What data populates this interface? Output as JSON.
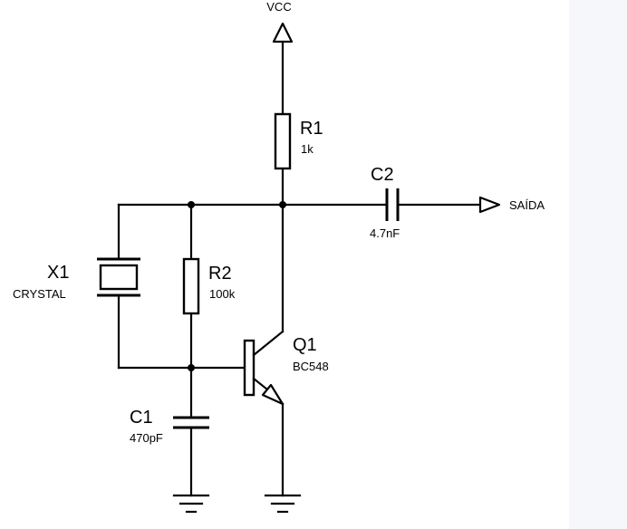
{
  "nets": {
    "vcc": "VCC",
    "output": "SAÍDA"
  },
  "components": {
    "r1": {
      "ref": "R1",
      "value": "1k"
    },
    "r2": {
      "ref": "R2",
      "value": "100k"
    },
    "c1": {
      "ref": "C1",
      "value": "470pF"
    },
    "c2": {
      "ref": "C2",
      "value": "4.7nF"
    },
    "x1": {
      "ref": "X1",
      "value": "CRYSTAL"
    },
    "q1": {
      "ref": "Q1",
      "value": "BC548"
    }
  }
}
